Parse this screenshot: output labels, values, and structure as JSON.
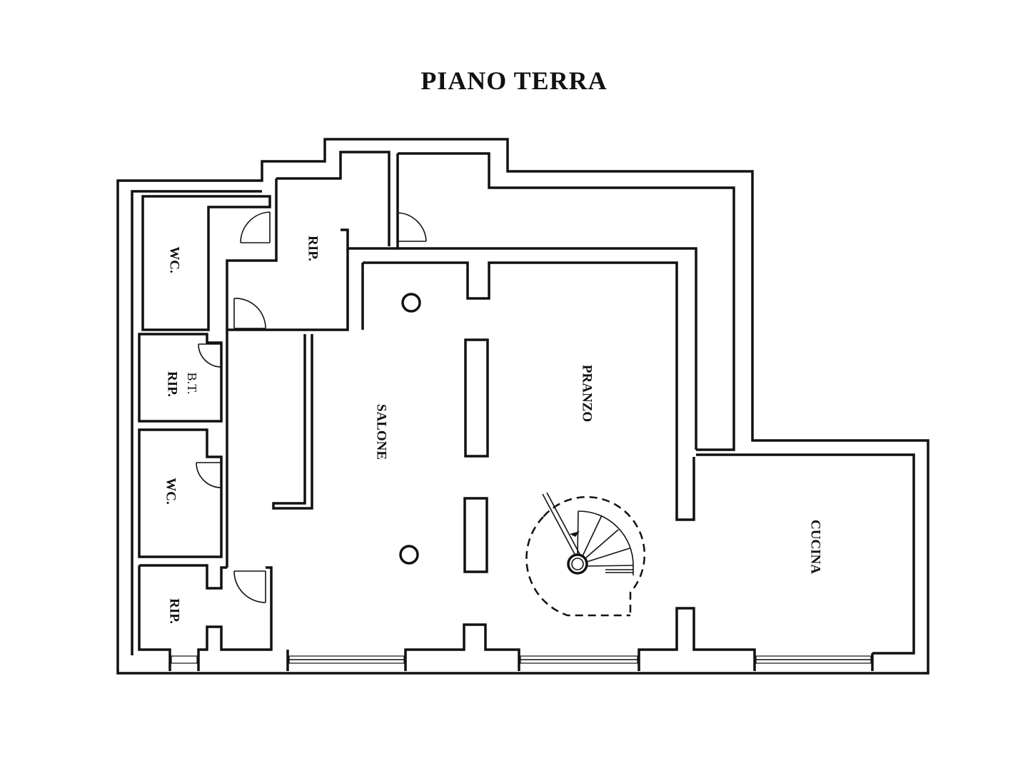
{
  "title": "PIANO TERRA",
  "rooms": {
    "wc_top": "WC.",
    "rip_top": "RIP.",
    "rip_mid": "RIP.",
    "bt_mark": "B.T.",
    "wc_mid": "WC.",
    "rip_bottom": "RIP.",
    "salone": "SALONE",
    "pranzo": "PRANZO",
    "cucina": "CUCINA"
  }
}
